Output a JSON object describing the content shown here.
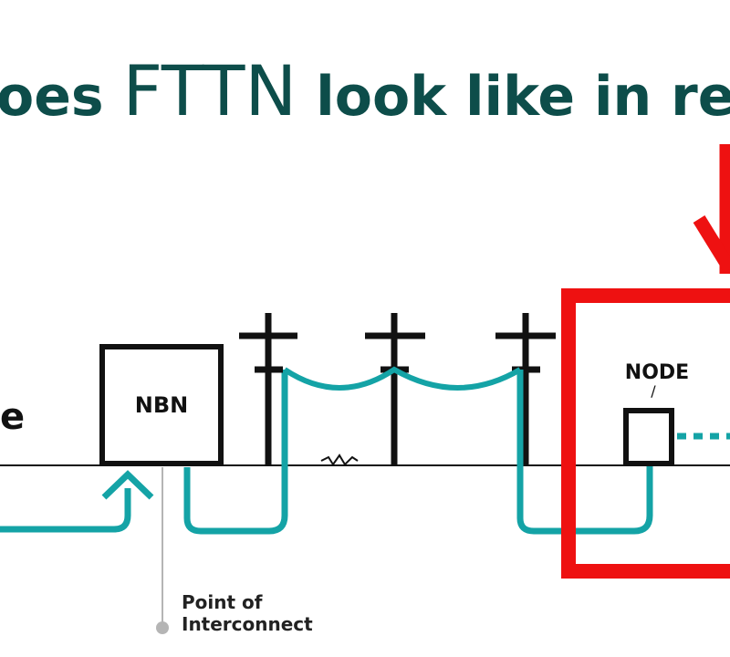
{
  "title": {
    "part1": "oes ",
    "part2": "FTTN",
    "part3": " look like in rea"
  },
  "labels": {
    "left_partial": "e",
    "nbn": "NBN",
    "node": "NODE",
    "node_pointer": "/",
    "poi_line1": "Point of",
    "poi_line2": "Interconnect"
  },
  "colors": {
    "title": "#0d4d4a",
    "cable": "#14a3a6",
    "highlight": "#ee1111",
    "ink": "#111111",
    "leader": "#b5b5b5"
  },
  "icons": {
    "break_mark": "zigzag-icon",
    "arrow_up": "arrow-up-icon",
    "arrow_down": "arrow-down-icon"
  }
}
